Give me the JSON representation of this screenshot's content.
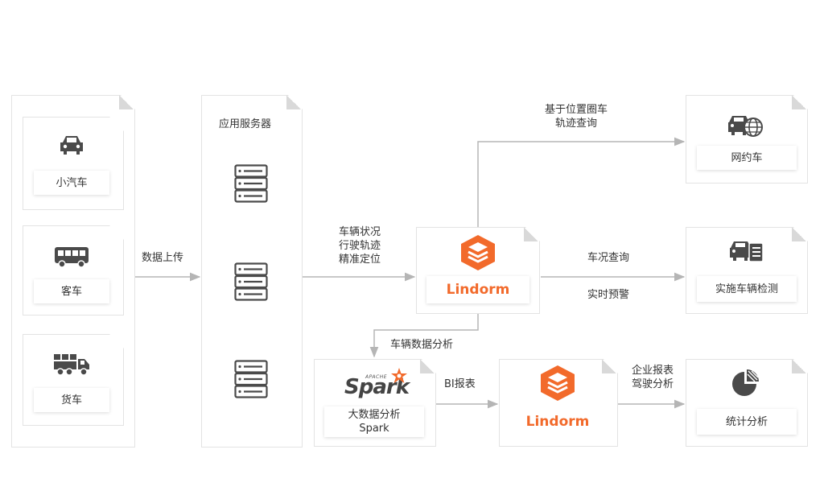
{
  "vehicles": {
    "car": "小汽车",
    "bus": "客车",
    "truck": "货车"
  },
  "app_server": {
    "title": "应用服务器"
  },
  "flow": {
    "upload": "数据上传",
    "vehicle_status": [
      "车辆状况",
      "行驶轨迹",
      "精准定位"
    ],
    "geo_query": [
      "基于位置圈车",
      "轨迹查询"
    ],
    "condition_query": "车况查询",
    "realtime_alert": "实时预警",
    "vehicle_analysis": "车辆数据分析",
    "bi_report": "BI报表",
    "enterprise_report": [
      "企业报表",
      "驾驶分析"
    ]
  },
  "lindorm": {
    "name": "Lindorm"
  },
  "spark": {
    "logo_word": "Spark",
    "apache": "APACHE",
    "label": [
      "大数据分析",
      "Spark"
    ]
  },
  "outputs": {
    "ride_hailing": "网约车",
    "vehicle_inspection": "实施车辆检测",
    "statistics": "统计分析"
  },
  "colors": {
    "accent": "#f26a2b",
    "icon": "#4a4a4a",
    "line": "#b5b5b5"
  }
}
